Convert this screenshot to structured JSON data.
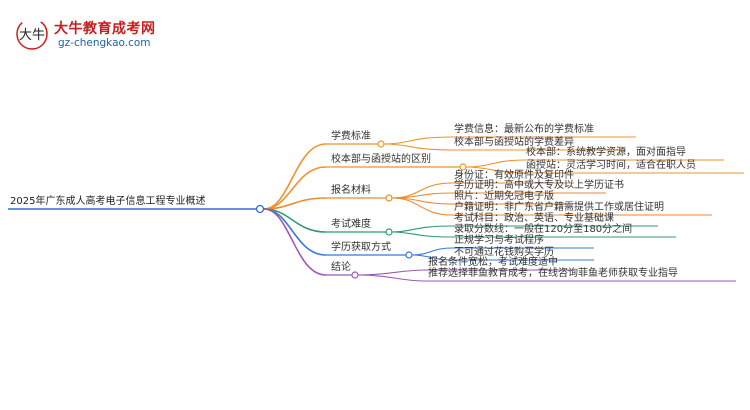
{
  "logo": {
    "mark_text": "大牛",
    "title": "大牛教育成考网",
    "url": "gz-chengkao.com"
  },
  "colors": {
    "root": "#2f6fd8",
    "fees": "#f0922b",
    "campus": "#f0922b",
    "materials": "#ee8a2a",
    "difficulty": "#2e9b6c",
    "methods": "#3a78d6",
    "conclusion": "#9b59b6"
  },
  "mindmap": {
    "root": "2025年广东成人高考电子信息工程专业概述",
    "branches": [
      {
        "label": "学费标准",
        "leaves": [
          "学费信息：最新公布的学费标准",
          "校本部与函授站的学费差异"
        ]
      },
      {
        "label": "校本部与函授站的区别",
        "leaves": [
          "校本部：系统教学资源，面对面指导",
          "函授站：灵活学习时间，适合在职人员"
        ]
      },
      {
        "label": "报名材料",
        "leaves": [
          "身份证：有效原件及复印件",
          "学历证明：高中或大专及以上学历证书",
          "照片：近期免冠电子版",
          "户籍证明：非广东省户籍需提供工作或居住证明"
        ]
      },
      {
        "label": "考试难度",
        "leaves": [
          "考试科目：政治、英语、专业基础课",
          "录取分数线：一般在120分至180分之间"
        ]
      },
      {
        "label": "学历获取方式",
        "leaves": [
          "正规学习与考试程序",
          "不可通过花钱购买学历"
        ]
      },
      {
        "label": "结论",
        "leaves": [
          "报名条件宽松，考试难度适中",
          "推荐选择菲鱼教育成考，在线咨询菲鱼老师获取专业指导"
        ]
      }
    ]
  }
}
